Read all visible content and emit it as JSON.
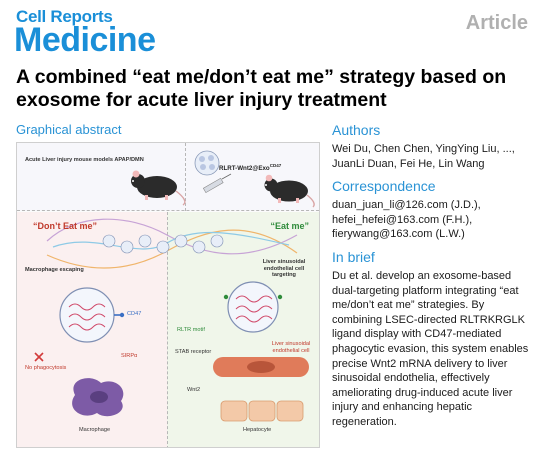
{
  "journal": {
    "name_top": "Cell Reports",
    "name_main": "Medicine",
    "article_type": "Article"
  },
  "paper": {
    "title_line1": "A combined “eat me/don’t eat me” strategy based on",
    "title_line2": "exosome for acute liver injury treatment"
  },
  "graphical_abstract": {
    "heading": "Graphical abstract",
    "model_label": "Acute Liver injury mouse models APAP/DMN",
    "construct_label": "RLRT-Wnt2@Exo",
    "construct_superscript": "CD47",
    "dont_eat_me": "“Don’t Eat me”",
    "eat_me": "“Eat me”",
    "macrophage_escaping": "Macrophage escaping",
    "lsec_targeting": "Liver sinusoidal endothelial cell targeting",
    "cd47": "CD47",
    "sirpa": "SIRPα",
    "no_phagocytosis": "No phagocytosis",
    "macrophage": "Macrophage",
    "rltr_motif": "RLTR motif",
    "stab_receptor": "STAB receptor",
    "lsec_cell": "Liver sinusoidal endothelial cell",
    "wnt2": "Wnt2",
    "hepatocyte": "Hepatocyte",
    "colors": {
      "dont_panel": "#fbf0f0",
      "eat_panel": "#f0f6ea",
      "mouse": "#2b2b2b",
      "exosome_fill": "#e8eef8",
      "macrophage": "#7d5ba6",
      "lsec": "#e07b5a"
    }
  },
  "authors": {
    "heading": "Authors",
    "line1": "Wei Du, Chen Chen, YingYing Liu, ...,",
    "line2": "JuanLi Duan, Fei He, Lin Wang"
  },
  "correspondence": {
    "heading": "Correspondence",
    "line1": "duan_juan_li@126.com (J.D.),",
    "line2": "hefei_hefei@163.com (F.H.),",
    "line3": "fierywang@163.com (L.W.)"
  },
  "in_brief": {
    "heading": "In brief",
    "lines": [
      "Du et al. develop an exosome-based",
      "dual-targeting platform integrating “eat",
      "me/don’t eat me” strategies. By",
      "combining LSEC-directed RLTRKRGLK",
      "ligand display with CD47-mediated",
      "phagocytic evasion, this system enables",
      "precise Wnt2 mRNA delivery to liver",
      "sinusoidal endothelia, effectively",
      "ameliorating drug-induced acute liver",
      "injury and enhancing hepatic",
      "regeneration."
    ]
  }
}
